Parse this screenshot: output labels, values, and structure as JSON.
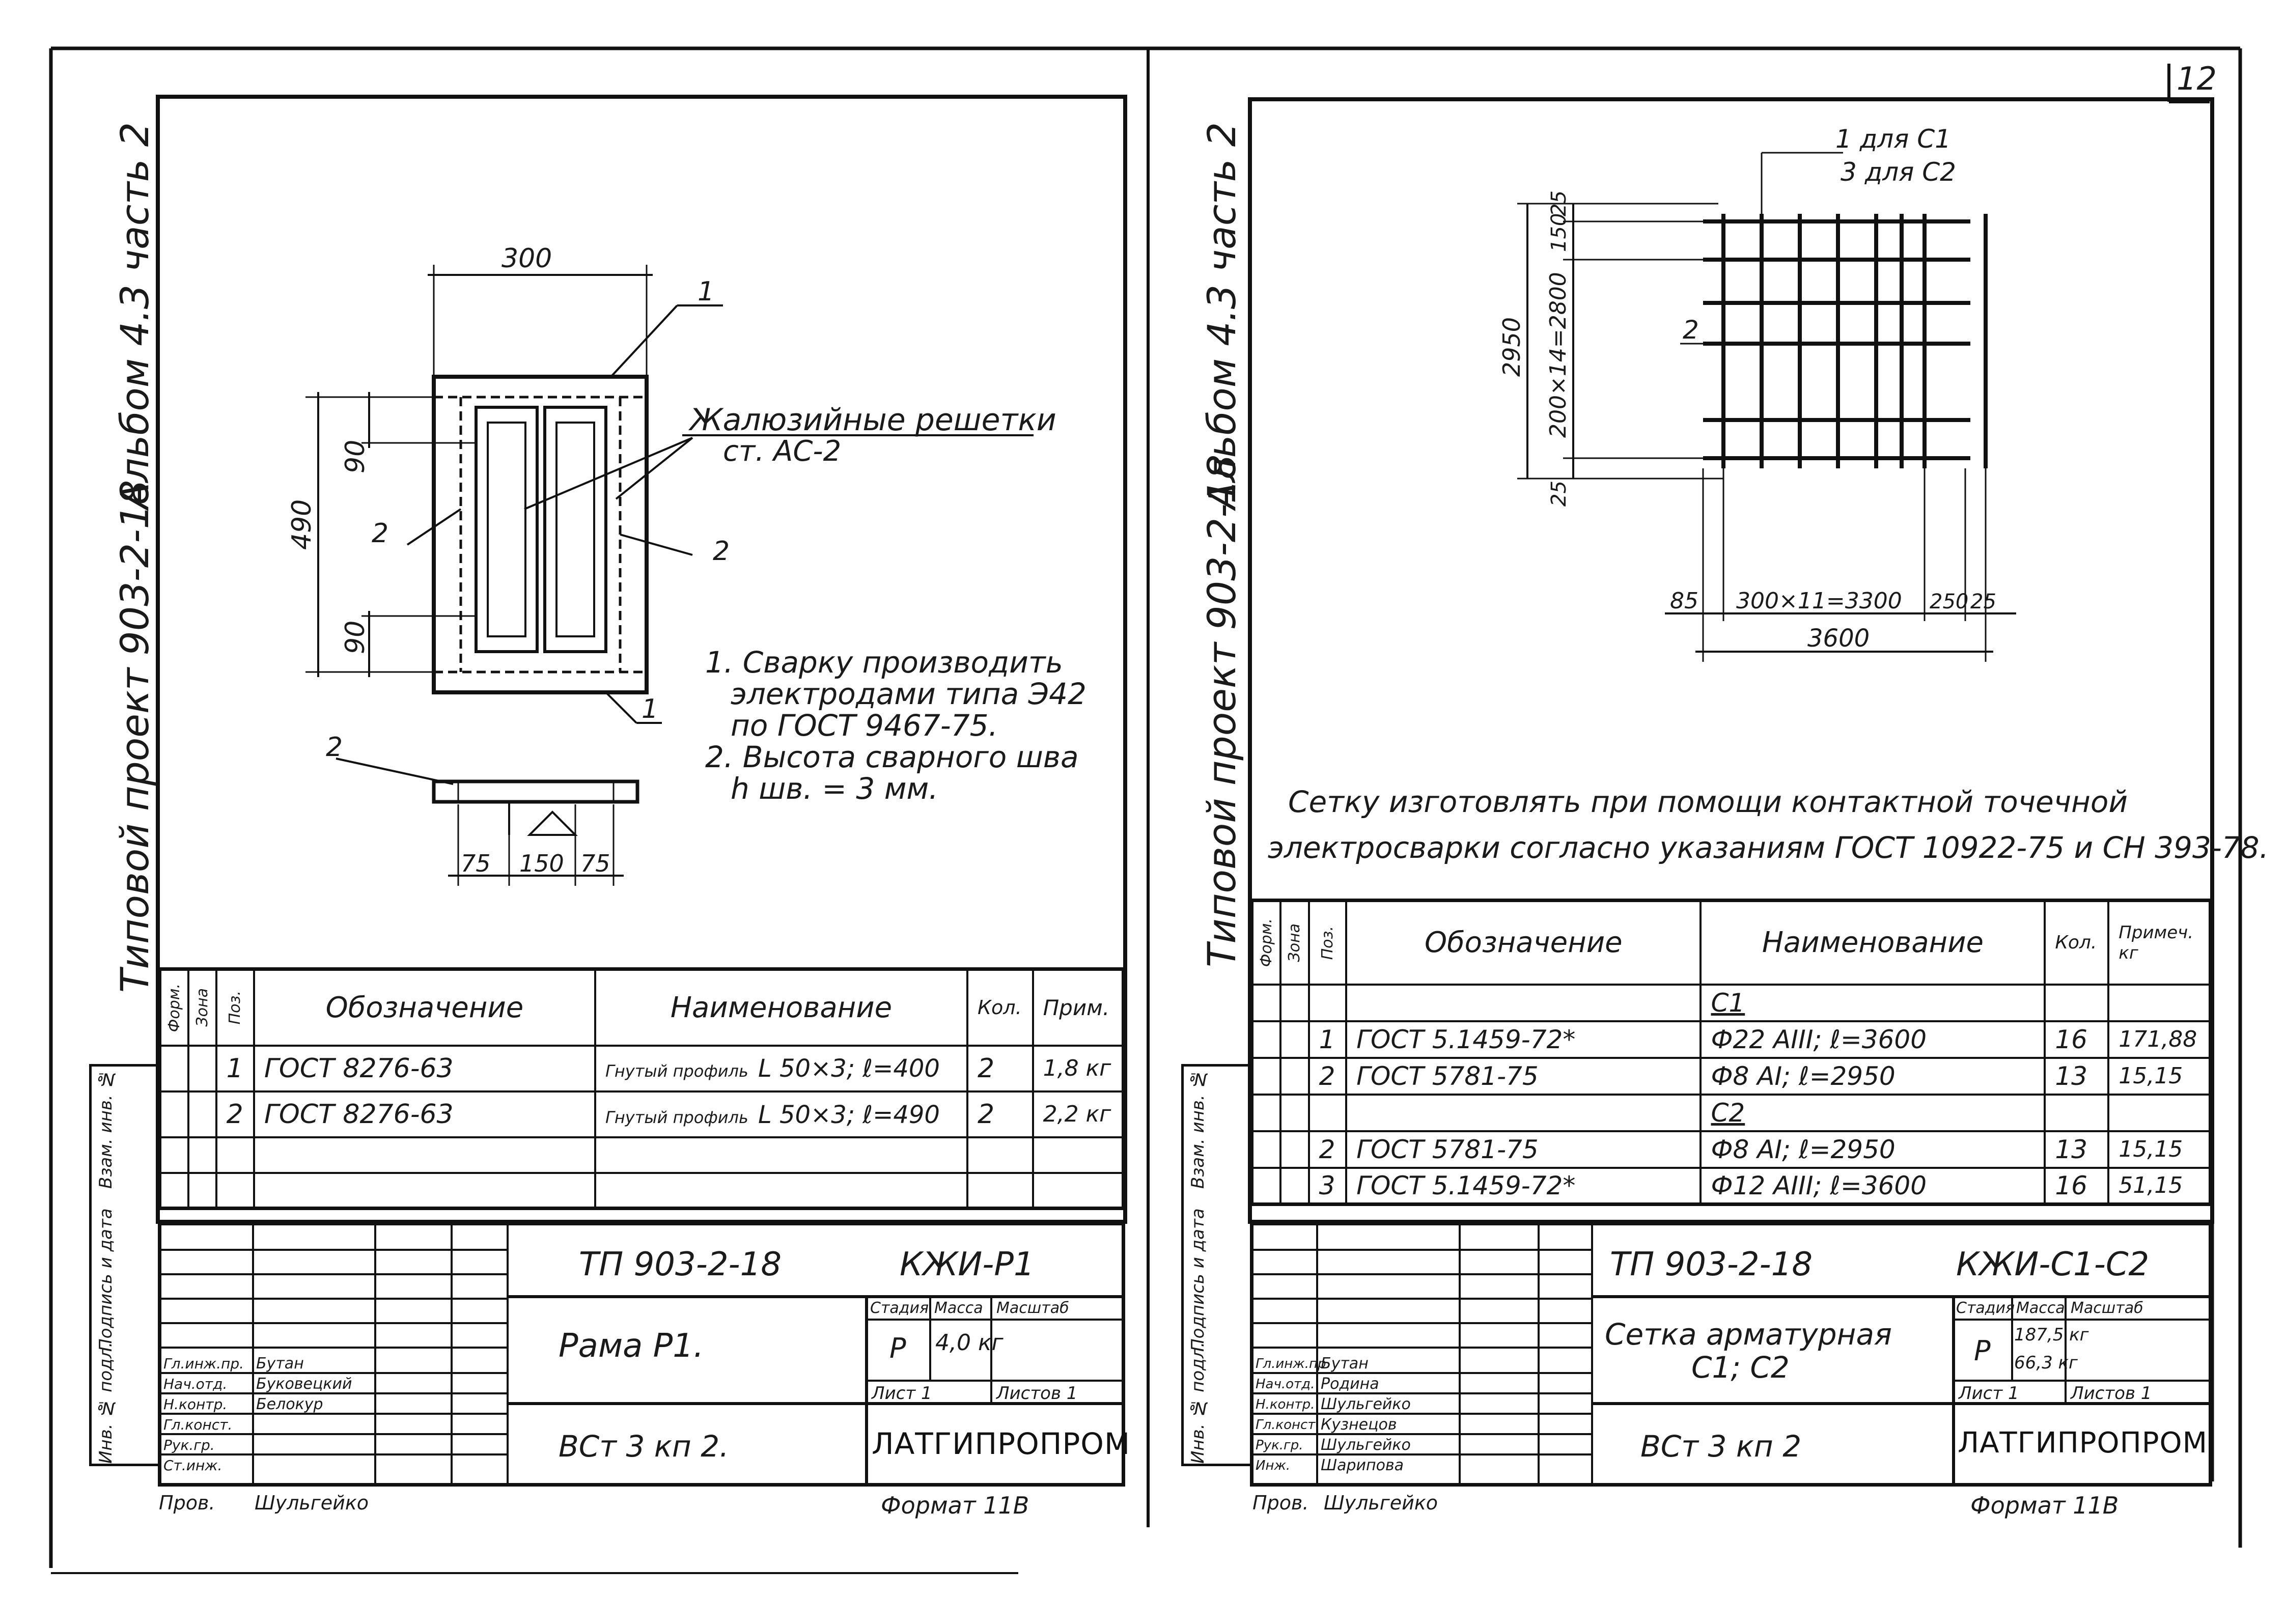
{
  "sheet_number": "12",
  "left": {
    "side_album": "Альбом 4.3 часть 2",
    "side_project": "Типовой проект 903-2-18",
    "drawing": {
      "dim_width": "300",
      "dim_height": "490",
      "dim_90_top": "90",
      "dim_90_bottom": "90",
      "dim_75_left": "75",
      "dim_150": "150",
      "dim_75_right": "75",
      "pos_1_top": "1",
      "pos_1_bottom": "1",
      "pos_2_left": "2",
      "pos_2_right": "2",
      "pos_2_section": "2",
      "label_line1": "Жалюзийные решетки",
      "label_line2": "ст. АС-2"
    },
    "notes": [
      "1. Сварку производить",
      "электродами типа Э42",
      "по ГОСТ 9467-75.",
      "2. Высота сварного шва",
      "h шв. = 3 мм."
    ],
    "spec": {
      "headers": {
        "format": "Форм.",
        "zone": "Зона",
        "pos": "Поз.",
        "designation": "Обозначение",
        "name": "Наименование",
        "qty": "Кол.",
        "note": "Прим."
      },
      "rows": [
        {
          "pos": "1",
          "designation": "ГОСТ 8276-63",
          "name_a": "Гнутый профиль",
          "name_b": "L 50×3; ℓ=400",
          "qty": "2",
          "note": "1,8 кг"
        },
        {
          "pos": "2",
          "designation": "ГОСТ 8276-63",
          "name_a": "Гнутый профиль",
          "name_b": "L 50×3; ℓ=490",
          "qty": "2",
          "note": "2,2 кг"
        }
      ]
    },
    "title_block": {
      "doc_code": "ТП 903-2-18",
      "doc_mark": "КЖИ-Р1",
      "title": "Рама Р1.",
      "stage_label": "Стадия",
      "mass_label": "Масса",
      "scale_label": "Масштаб",
      "stage": "Р",
      "mass": "4,0 кг",
      "sheet_label": "Лист 1",
      "sheets_label": "Листов 1",
      "material": "ВСт 3 кп 2.",
      "org": "ЛАТГИПРОПРОМ",
      "format": "Формат 11В",
      "roles": [
        "Гл.инж.пр.",
        "Нач.отд.",
        "Н.контр.",
        "Гл.конст.",
        "Рук.гр.",
        "Ст.инж.",
        "Пров."
      ],
      "names": [
        "Бутан",
        "",
        "",
        "",
        "Буковецкий",
        "Белокур",
        "Шульгейко"
      ]
    },
    "side_labels": [
      "Взам. инв. №",
      "Подпись и дата",
      "Инв. № подл."
    ]
  },
  "right": {
    "side_album": "Альбом 4.3 часть 2",
    "side_project": "Типовой проект 903-2-18",
    "drawing": {
      "lbl_1": "1 для С1",
      "lbl_3": "3 для С2",
      "lbl_2": "2",
      "dim_2950": "2950",
      "dim_25_top": "25",
      "dim_150": "150",
      "dim_200x14": "200×14=2800",
      "dim_25_bottom": "25",
      "dim_85": "85",
      "dim_300x11": "300×11=3300",
      "dim_250": "250",
      "dim_25_right": "25",
      "dim_3600": "3600"
    },
    "notes": [
      "Сетку изготовлять при помощи контактной точечной",
      "электросварки согласно указаниям ГОСТ 10922-75 и СН 393-78."
    ],
    "spec": {
      "headers": {
        "format": "Форм.",
        "zone": "Зона",
        "pos": "Поз.",
        "designation": "Обозначение",
        "name": "Наименование",
        "qty": "Кол.",
        "note": "Примеч. кг"
      },
      "rows": [
        {
          "pos": "",
          "designation": "",
          "name": "С1",
          "qty": "",
          "note": ""
        },
        {
          "pos": "1",
          "designation": "ГОСТ 5.1459-72*",
          "name": "Ф22 АIII; ℓ=3600",
          "qty": "16",
          "note": "171,88"
        },
        {
          "pos": "2",
          "designation": "ГОСТ 5781-75",
          "name": "Ф8 АI; ℓ=2950",
          "qty": "13",
          "note": "15,15"
        },
        {
          "pos": "",
          "designation": "",
          "name": "С2",
          "qty": "",
          "note": ""
        },
        {
          "pos": "2",
          "designation": "ГОСТ 5781-75",
          "name": "Ф8 АI; ℓ=2950",
          "qty": "13",
          "note": "15,15"
        },
        {
          "pos": "3",
          "designation": "ГОСТ 5.1459-72*",
          "name": "Ф12 АIII; ℓ=3600",
          "qty": "16",
          "note": "51,15"
        }
      ]
    },
    "title_block": {
      "doc_code": "ТП 903-2-18",
      "doc_mark": "КЖИ-С1-С2",
      "title_line1": "Сетка арматурная",
      "title_line2": "С1; С2",
      "stage_label": "Стадия",
      "mass_label": "Масса",
      "scale_label": "Масштаб",
      "stage": "Р",
      "mass_1": "187,5 кг",
      "mass_2": "66,3 кг",
      "sheet_label": "Лист 1",
      "sheets_label": "Листов 1",
      "material": "ВСт 3 кп 2",
      "org": "ЛАТГИПРОПРОМ",
      "format": "Формат 11В",
      "roles": [
        "Гл.инж.пр.",
        "Нач.отд.",
        "Н.контр.",
        "Гл.конст.",
        "Рук.гр.",
        "Инж.",
        "Пров."
      ],
      "names": [
        "Бутан",
        "Родина",
        "Шульгейко",
        "Кузнецов",
        "Шульгейко",
        "Шарипова",
        "Шульгейко"
      ]
    },
    "side_labels": [
      "Взам. инв. №",
      "Подпись и дата",
      "Инв. № подл."
    ]
  }
}
